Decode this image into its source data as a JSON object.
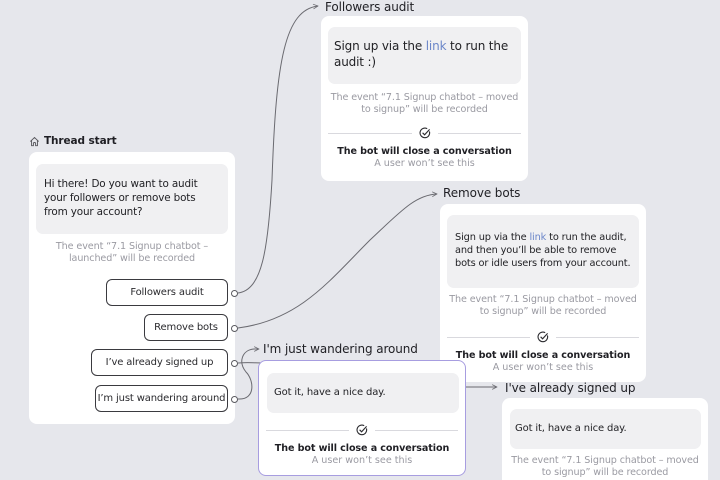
{
  "colors": {
    "canvas_bg": "#e6e7ec",
    "card_bg": "#ffffff",
    "bubble_bg": "#f0f0f2",
    "link": "#6b86c9",
    "selected_border": "#a79de0",
    "muted_text": "#9a9aa2",
    "wire": "#6a6a70"
  },
  "thread_start": {
    "icon": "home-icon",
    "title": "Thread start",
    "message": "Hi there! Do you want to audit your followers or remove bots from your account?",
    "event": "The event “7.1 Signup chatbot – launched” will be recorded",
    "options": [
      {
        "label": "Followers audit"
      },
      {
        "label": "Remove bots"
      },
      {
        "label": "I’ve already signed up"
      },
      {
        "label": "I’m just wandering around"
      }
    ]
  },
  "nodes": {
    "followers_audit": {
      "title": "Followers audit",
      "message_before_link": "Sign up via the ",
      "link_text": "link",
      "message_after_link": " to run the audit :)",
      "event": "The event “7.1 Signup chatbot – moved to signup” will be recorded",
      "close_icon": "check-circle-icon",
      "close_title": "The bot will close a conversation",
      "close_sub": "A user won’t see this"
    },
    "remove_bots": {
      "title": "Remove bots",
      "message_before_link": "Sign up via the ",
      "link_text": "link",
      "message_after_link": " to run the audit, and then you’ll be able to remove bots or idle users from your account.",
      "event": "The event “7.1 Signup chatbot – moved to signup” will be recorded",
      "close_icon": "check-circle-icon",
      "close_title": "The bot will close a conversation",
      "close_sub": "A user won’t see this"
    },
    "wandering": {
      "title": "I'm just wandering around",
      "message": "Got it, have a nice day.",
      "close_icon": "check-circle-icon",
      "close_title": "The bot will close a conversation",
      "close_sub": "A user won’t see this"
    },
    "signed_up": {
      "title": "I've already signed up",
      "message": "Got it, have a nice day.",
      "event": "The event “7.1 Signup chatbot – moved to signup” will be recorded"
    }
  }
}
